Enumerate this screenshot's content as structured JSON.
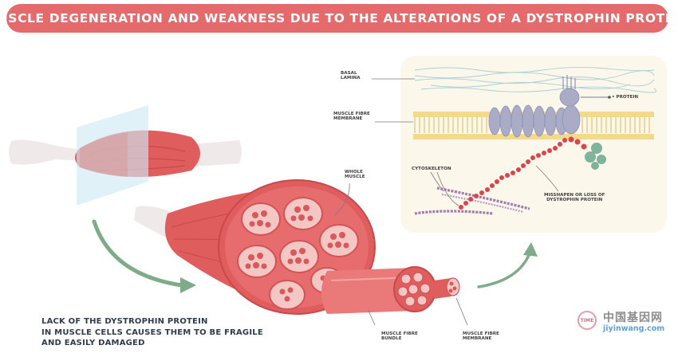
{
  "banner": {
    "title": "MUSCLE DEGENERATION AND WEAKNESS DUE TO THE ALTERATIONS OF A DYSTROPHIN PROTEIN"
  },
  "labels": {
    "basal_lamina": "BASAL\nLAMINA",
    "protein": "• PROTEIN",
    "muscle_fibre_membrane_top": "MUSCLE FIBRE\nMEMBRANE",
    "cytoskeleton": "CYTOSKELETON",
    "misshapen": "MISSHAPEN OR LOSS OF\nDYSTROPHIN PROTEIN",
    "whole_muscle": "WHOLE\nMUSCLE",
    "muscle_fibre_bundle": "MUSCLE FIBRE\nBUNDLE",
    "muscle_fibre_membrane_bottom": "MUSCLE FIBRE\nMEMBRANE"
  },
  "caption": "LACK OF THE DYSTROPHIN PROTEIN\nIN MUSCLE CELLS CAUSES THEM TO BE FRAGILE\nAND EASILY DAMAGED",
  "watermark": {
    "badge": "TIME",
    "site_cn": "中国基因网",
    "site_url": "jiyinwang.com"
  },
  "colors": {
    "banner": "#e46a6c",
    "muscle": "#e05d5e",
    "muscle_dark": "#c9484c",
    "tendon": "#f0e9e9",
    "panel": "#fbf7ea",
    "membrane": "#f0c660",
    "protein": "#a9abc7",
    "arrow": "#7fab88",
    "cytoskeleton": "#a27bb0",
    "dystrophin": "#d9454b"
  }
}
